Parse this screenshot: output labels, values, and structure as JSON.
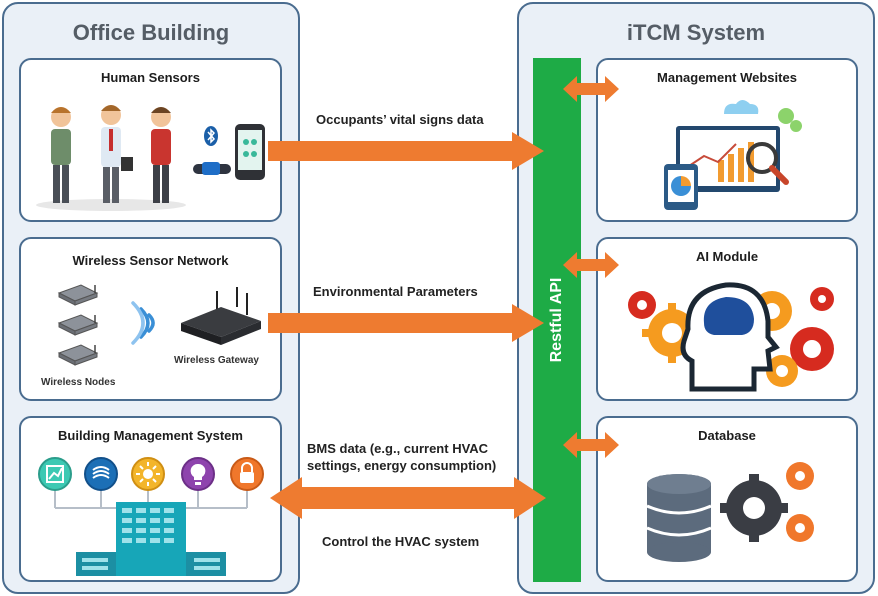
{
  "office": {
    "title": "Office Building",
    "human_sensors": {
      "title": "Human Sensors"
    },
    "wsn": {
      "title": "Wireless Sensor Network",
      "nodes_label": "Wireless Nodes",
      "gateway_label": "Wireless Gateway"
    },
    "bms": {
      "title": "Building Management System"
    }
  },
  "itcm": {
    "title": "iTCM System",
    "management": {
      "title": "Management Websites"
    },
    "ai": {
      "title": "AI Module"
    },
    "database": {
      "title": "Database"
    }
  },
  "api": {
    "label": "Restful API"
  },
  "flows": {
    "vital": "Occupants’ vital signs data",
    "env": "Environmental Parameters",
    "bms_line1": "BMS data (e.g., current HVAC",
    "bms_line2": "settings, energy consumption)",
    "control": "Control the HVAC system"
  },
  "colors": {
    "frame": "#4a6c8f",
    "arrow": "#ee7b30",
    "api": "#1eab46",
    "panel_bg": "#eaf0f7"
  }
}
